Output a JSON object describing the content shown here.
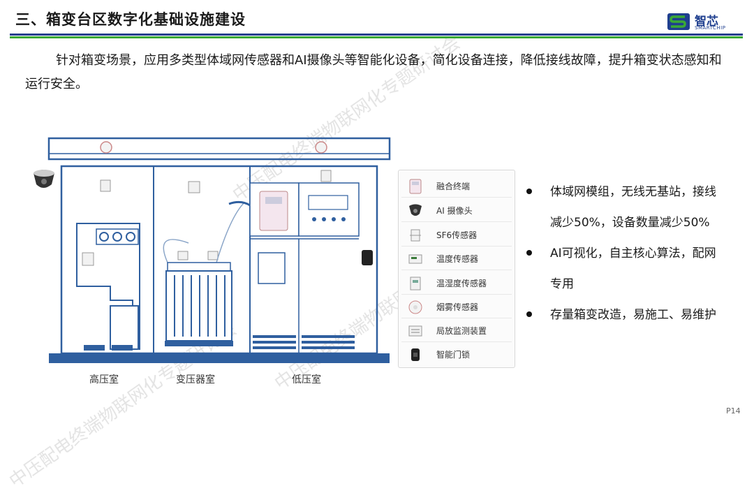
{
  "header": {
    "title": "三、箱变台区数字化基础设施建设",
    "logo_cn": "智芯",
    "logo_en": "SMARTCHIP"
  },
  "intro": "针对箱变场景，应用多类型体域网传感器和AI摄像头等智能化设备，简化设备连接，降低接线故障，提升箱变状态感知和运行安全。",
  "diagram": {
    "rooms": [
      "高压室",
      "变压器室",
      "低压室"
    ]
  },
  "legend": [
    {
      "icon": "fusion-terminal-icon",
      "label": "融合终端"
    },
    {
      "icon": "ai-camera-icon",
      "label": "AI 摄像头"
    },
    {
      "icon": "sf6-sensor-icon",
      "label": "SF6传感器"
    },
    {
      "icon": "temperature-sensor-icon",
      "label": "温度传感器"
    },
    {
      "icon": "humidity-sensor-icon",
      "label": "温湿度传感器"
    },
    {
      "icon": "smoke-sensor-icon",
      "label": "烟雾传感器"
    },
    {
      "icon": "partial-discharge-icon",
      "label": "局放监测装置"
    },
    {
      "icon": "smart-lock-icon",
      "label": "智能门锁"
    }
  ],
  "bullets": [
    {
      "lines": [
        "体域网模组，无线无基站，接线",
        "减少50%，设备数量减少50%"
      ]
    },
    {
      "lines": [
        "AI可视化，自主核心算法，配网",
        "专用"
      ]
    },
    {
      "lines": [
        "存量箱变改造，易施工、易维护"
      ]
    }
  ],
  "watermark": "中压配电终端物联网化专题研讨会",
  "page_number": "P14",
  "colors": {
    "title_blue": "#1f3f8f",
    "accent_green": "#3aa935",
    "cabinet_blue": "#2f5f9f"
  }
}
